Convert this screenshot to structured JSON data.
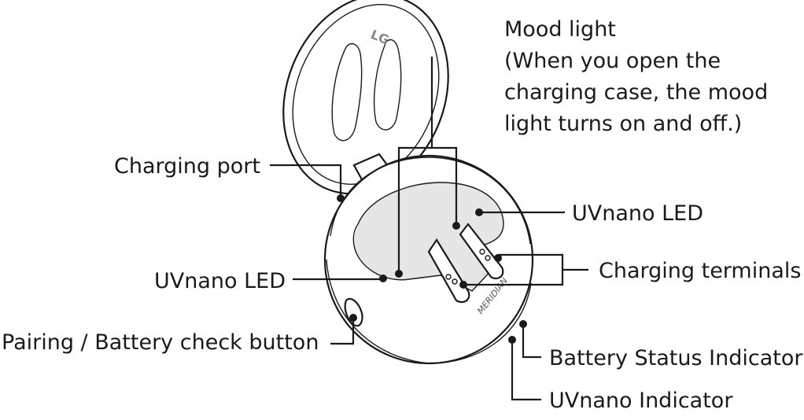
{
  "labels": {
    "mood_light": [
      "Mood light",
      "(When you open the",
      "charging case, the mood",
      "light turns on and off.)"
    ],
    "charging_port": "Charging port",
    "uvnano_led_right": "UVnano LED",
    "charging_terminals": "Charging terminals",
    "uvnano_led_left": "UVnano LED",
    "pairing_button": "Pairing / Battery check button",
    "battery_status": "Battery Status Indicator",
    "uvnano_indicator": "UVnano Indicator"
  },
  "case_markings": {
    "lid_logo": "LG",
    "brand": "MERIDIAN"
  }
}
